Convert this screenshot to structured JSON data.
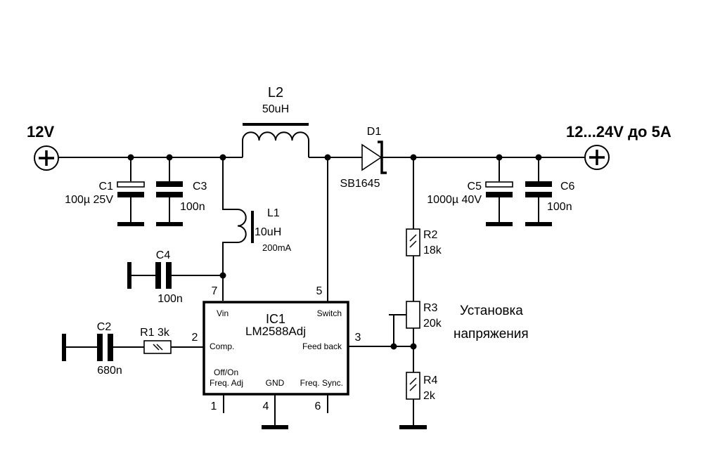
{
  "title": "LM2588 boost converter schematic",
  "terminals": {
    "input": {
      "label": "12V",
      "symbol": "plus"
    },
    "output": {
      "label": "12...24V до 5А",
      "symbol": "plus"
    }
  },
  "components": {
    "C1": {
      "ref": "C1",
      "value": "100µ 25V",
      "type": "electrolytic-capacitor"
    },
    "C2": {
      "ref": "C2",
      "value": "680n",
      "type": "capacitor"
    },
    "C3": {
      "ref": "C3",
      "value": "100n",
      "type": "capacitor"
    },
    "C4": {
      "ref": "C4",
      "value": "100n",
      "type": "capacitor"
    },
    "C5": {
      "ref": "C5",
      "value": "1000µ 40V",
      "type": "electrolytic-capacitor"
    },
    "C6": {
      "ref": "C6",
      "value": "100n",
      "type": "capacitor"
    },
    "L1": {
      "ref": "L1",
      "value": "10uH",
      "rating": "200mA",
      "type": "inductor"
    },
    "L2": {
      "ref": "L2",
      "value": "50uH",
      "type": "inductor"
    },
    "D1": {
      "ref": "D1",
      "value": "SB1645",
      "type": "schottky-diode"
    },
    "R1": {
      "ref": "R1",
      "value": "3k",
      "ref_value": "R1 3k",
      "type": "resistor"
    },
    "R2": {
      "ref": "R2",
      "value": "18k",
      "type": "resistor"
    },
    "R3": {
      "ref": "R3",
      "value": "20k",
      "type": "potentiometer"
    },
    "R4": {
      "ref": "R4",
      "value": "2k",
      "type": "resistor"
    }
  },
  "ic": {
    "ref": "IC1",
    "part": "LM2588Adj",
    "pins": {
      "vin": {
        "number": "7",
        "name": "Vin"
      },
      "switch": {
        "number": "5",
        "name": "Switch"
      },
      "comp": {
        "number": "2",
        "name": "Comp."
      },
      "feedback": {
        "number": "3",
        "name": "Feed back"
      },
      "offon": {
        "number": "1",
        "name_line1": "Off/On",
        "name_line2": "Freq. Adj"
      },
      "gnd": {
        "number": "4",
        "name": "GND"
      },
      "sync": {
        "number": "6",
        "name": "Freq. Sync."
      }
    }
  },
  "annotation": {
    "line1": "Установка",
    "line2": "напряжения"
  }
}
